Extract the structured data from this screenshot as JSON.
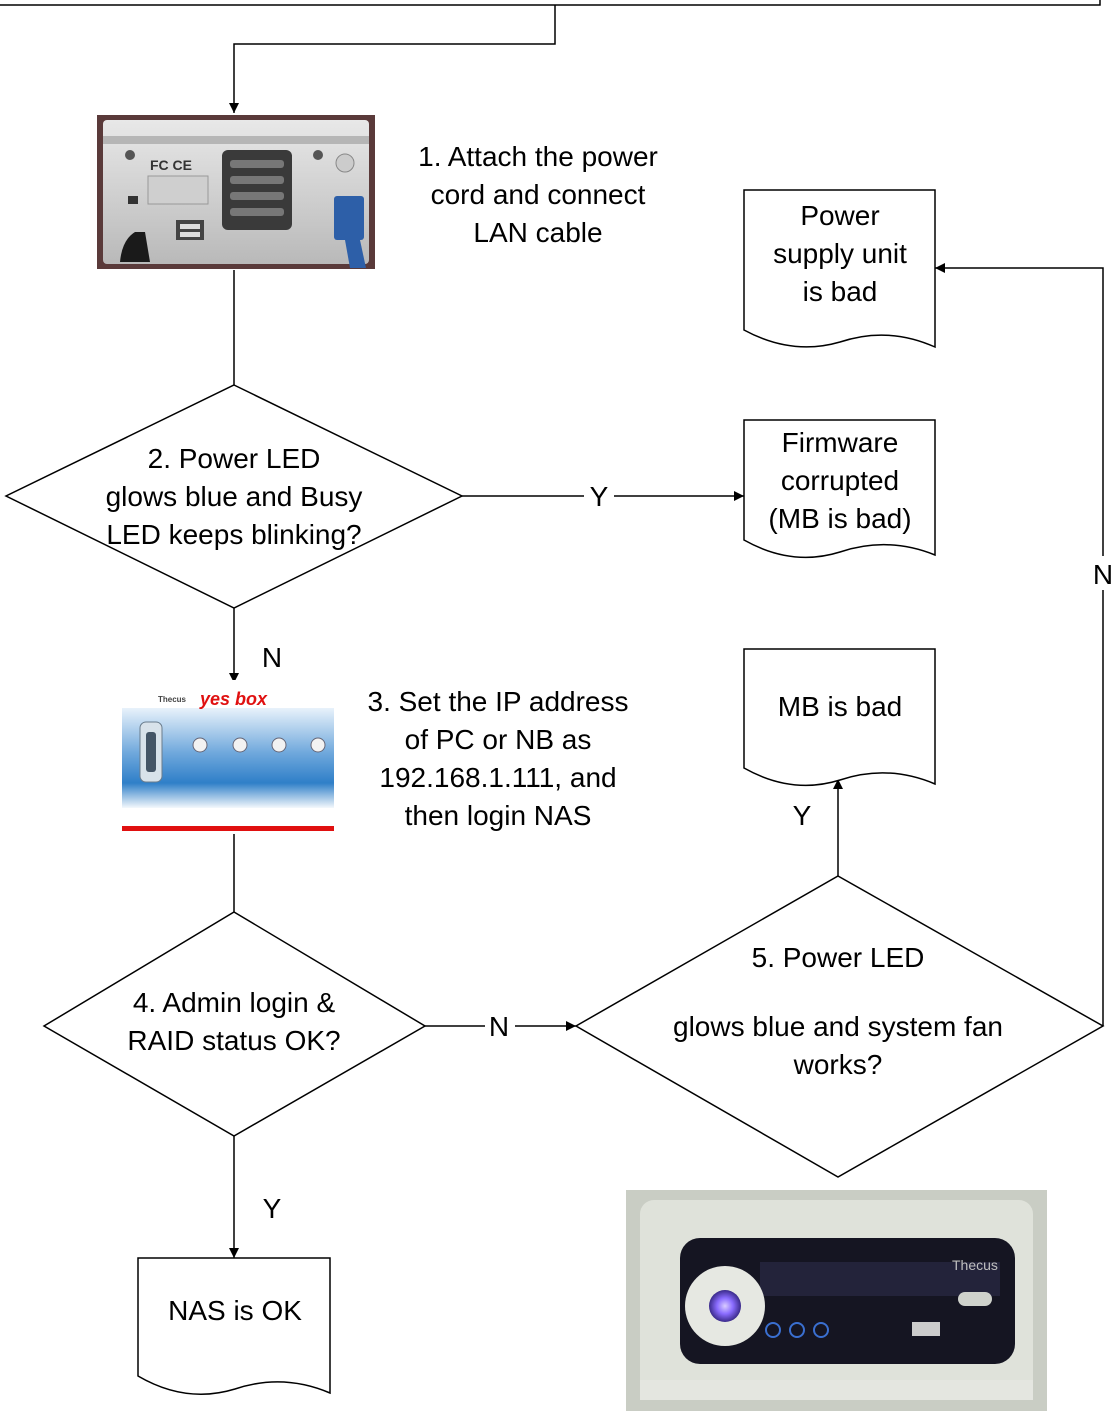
{
  "step1": {
    "lines": [
      "1. Attach the power",
      "cord and connect",
      "LAN cable"
    ]
  },
  "decision2": {
    "lines": [
      "2. Power LED",
      "glows blue and Busy",
      "LED keeps blinking?"
    ]
  },
  "step3": {
    "lines": [
      "3. Set the IP address",
      "of PC or NB as",
      "192.168.1.111, and",
      "then login NAS"
    ]
  },
  "decision4": {
    "lines": [
      "4. Admin login &",
      "RAID status OK?"
    ]
  },
  "decision5": {
    "lines": [
      "5. Power LED",
      "glows blue and system fan",
      "works?"
    ]
  },
  "result_psu": {
    "lines": [
      "Power",
      "supply unit",
      "is bad"
    ]
  },
  "result_firmware": {
    "lines": [
      "Firmware",
      "corrupted",
      "(MB is bad)"
    ]
  },
  "result_mb": {
    "lines": [
      "MB is bad"
    ]
  },
  "result_nas_ok": {
    "lines": [
      "NAS is OK"
    ]
  },
  "edge_labels": {
    "d2_yes": "Y",
    "d2_no": "N",
    "d4_no": "N",
    "d4_yes": "Y",
    "d5_yes": "Y",
    "d5_no": "N"
  },
  "photo_back": {
    "brand_marks": "FC CE"
  },
  "photo_screen": {
    "logo": "yes box",
    "brand": "Thecus"
  },
  "photo_front": {
    "brand": "Thecus"
  },
  "colors": {
    "line": "#000000",
    "led_blue": "#7a5cff",
    "banner_red": "#e01010",
    "screen_blue": "#2f7fc8"
  }
}
